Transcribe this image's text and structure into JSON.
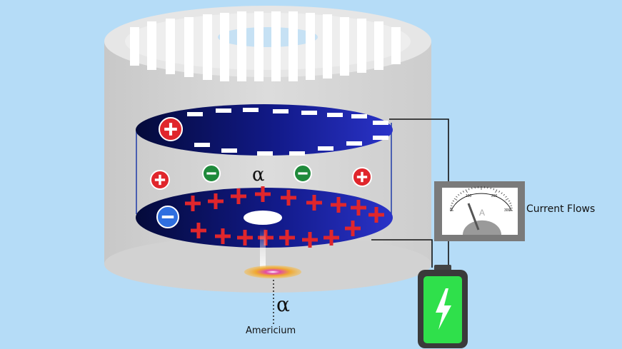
{
  "labels": {
    "current_flows": "Current Flows",
    "americium": "Americium",
    "alpha_source": "α",
    "alpha_chamber": "α"
  },
  "ammeter": {
    "unit": "A",
    "scale": [
      "0",
      "100",
      "200",
      "300"
    ]
  },
  "symbols": {
    "plus": "+",
    "minus": "−"
  },
  "colors": {
    "background": "#b5dcf7",
    "cylinder": "#d4d4d4",
    "plate_dark": "#040a3a",
    "plate_light": "#2a33c8",
    "positive": "#e0262c",
    "negative_green": "#1f8a3b",
    "negative_blue": "#2f6fe0",
    "battery_fill": "#2fe04b",
    "source_glow": "#f0a830"
  }
}
